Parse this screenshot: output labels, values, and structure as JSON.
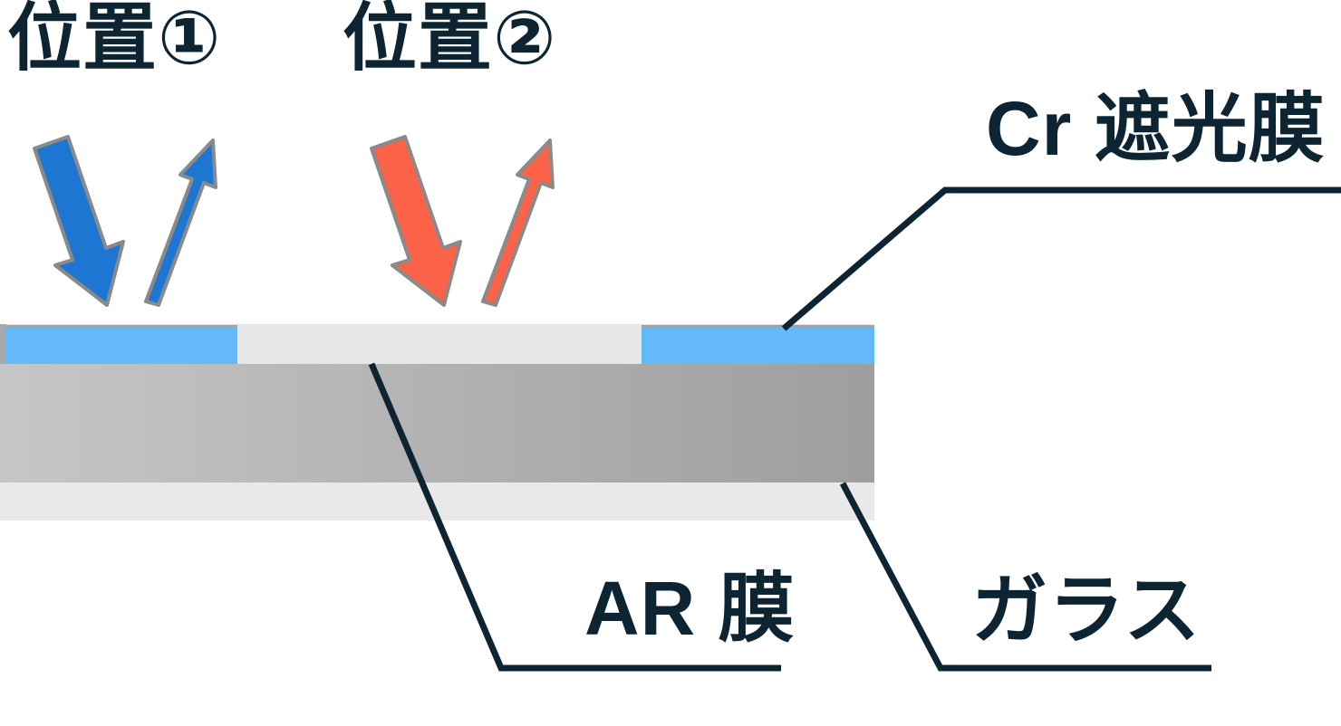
{
  "labels": {
    "position1": "位置①",
    "position2": "位置②",
    "cr_shield_film": "Cr 遮光膜",
    "ar_film": "AR 膜",
    "glass": "ガラス"
  },
  "colors": {
    "text": "#0d2433",
    "leader_line": "#0d2433",
    "incident_blue": "#1d76d2",
    "incident_orange": "#fb6247",
    "arrow_outline": "#8a8a8a",
    "cr_layer_blue": "#64b9f8",
    "ar_layer_gray": "#e7e7e7",
    "glass_gray_left": "#c6c6c6",
    "glass_gray_right": "#9e9e9e",
    "bottom_gray": "#e9e9e9"
  }
}
